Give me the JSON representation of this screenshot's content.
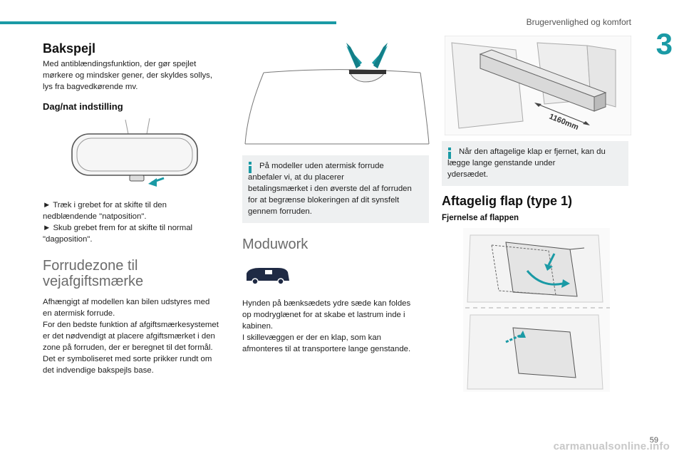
{
  "header": {
    "section_title": "Brugervenlighed og komfort",
    "chapter_number": "3"
  },
  "col1": {
    "mirror_title": "Bakspejl",
    "mirror_desc": [
      "Med antiblændingsfunktion, der gør spejlet",
      "mørkere og mindsker gener, der skyldes sollys,",
      "lys fra bagvedkørende mv."
    ],
    "daynight_title": "Dag/nat indstilling",
    "daynight_steps": [
      "► Træk i grebet for at skifte til den",
      "nedblændende \"natposition\".",
      "► Skub grebet frem for at skifte til normal",
      "\"dagposition\"."
    ],
    "zone_title_line1": "Forrudezone til",
    "zone_title_line2": "vejafgiftsmærke",
    "zone_desc": [
      "Afhængigt af modellen kan bilen udstyres med",
      "en atermisk forrude.",
      "For den bedste funktion af afgiftsmærkesystemet",
      "er det nødvendigt at placere afgiftsmærket i den",
      "zone på forruden, der er beregnet til det formål.",
      "Det er symboliseret med sorte prikker rundt om",
      "det indvendige bakspejls base."
    ]
  },
  "col2": {
    "info_text": [
      "På modeller uden atermisk forrude",
      "anbefaler vi, at du placerer",
      "betalingsmærket i den øverste del af forruden",
      "for at begrænse blokeringen af dit synsfelt",
      "gennem forruden."
    ],
    "moduwork_title": "Moduwork",
    "moduwork_desc": [
      "Hynden på bænksædets ydre sæde kan foldes",
      "op modryglænet for at skabe et lastrum inde i",
      "kabinen.",
      "I skillevæggen er der en klap, som kan",
      "afmonteres til at transportere lange genstande."
    ]
  },
  "col3": {
    "dimension_label": "1160mm",
    "info_text": [
      "Når den aftagelige klap er fjernet, kan du",
      "lægge lange genstande under",
      "ydersædet."
    ],
    "flap_title": "Aftagelig flap (type 1)",
    "removal_title": "Fjernelse af flappen"
  },
  "footer": {
    "page_number": "59",
    "watermark": "carmanualsonline.info"
  },
  "colors": {
    "accent": "#1a9aa5",
    "info_bg": "#eef0f1",
    "light_heading": "#6b6b6b"
  }
}
